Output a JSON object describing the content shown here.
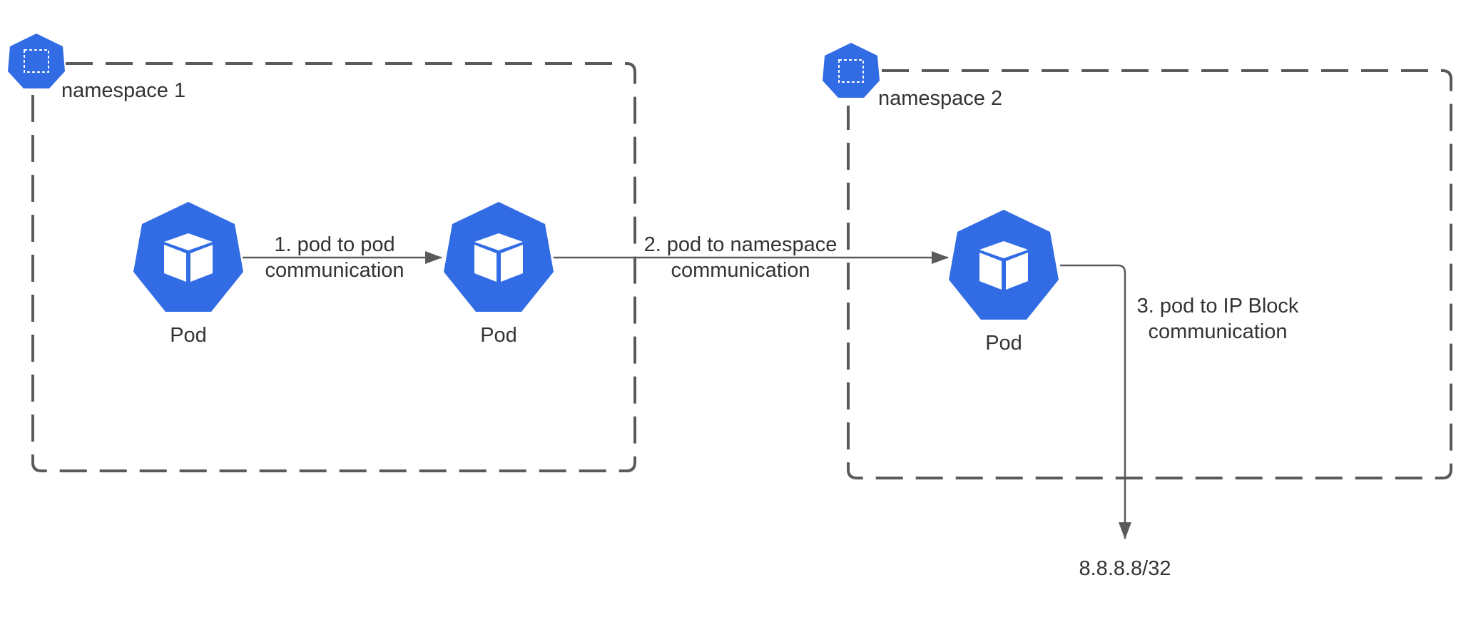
{
  "namespaces": [
    {
      "label": "namespace 1",
      "icon": "namespace-icon"
    },
    {
      "label": "namespace 2",
      "icon": "namespace-icon"
    }
  ],
  "pods": [
    {
      "label": "Pod",
      "icon": "pod-cube-icon"
    },
    {
      "label": "Pod",
      "icon": "pod-cube-icon"
    },
    {
      "label": "Pod",
      "icon": "pod-cube-icon"
    }
  ],
  "edges": [
    {
      "line1": "1. pod to pod",
      "line2": "communication"
    },
    {
      "line1": "2. pod to namespace",
      "line2": "communication"
    },
    {
      "line1": "3. pod to IP Block",
      "line2": "communication"
    }
  ],
  "ip_block": {
    "label": "8.8.8.8/32"
  },
  "colors": {
    "kubernetes_blue": "#326CE5",
    "border_gray": "#5a5a5a",
    "text": "#333333"
  }
}
